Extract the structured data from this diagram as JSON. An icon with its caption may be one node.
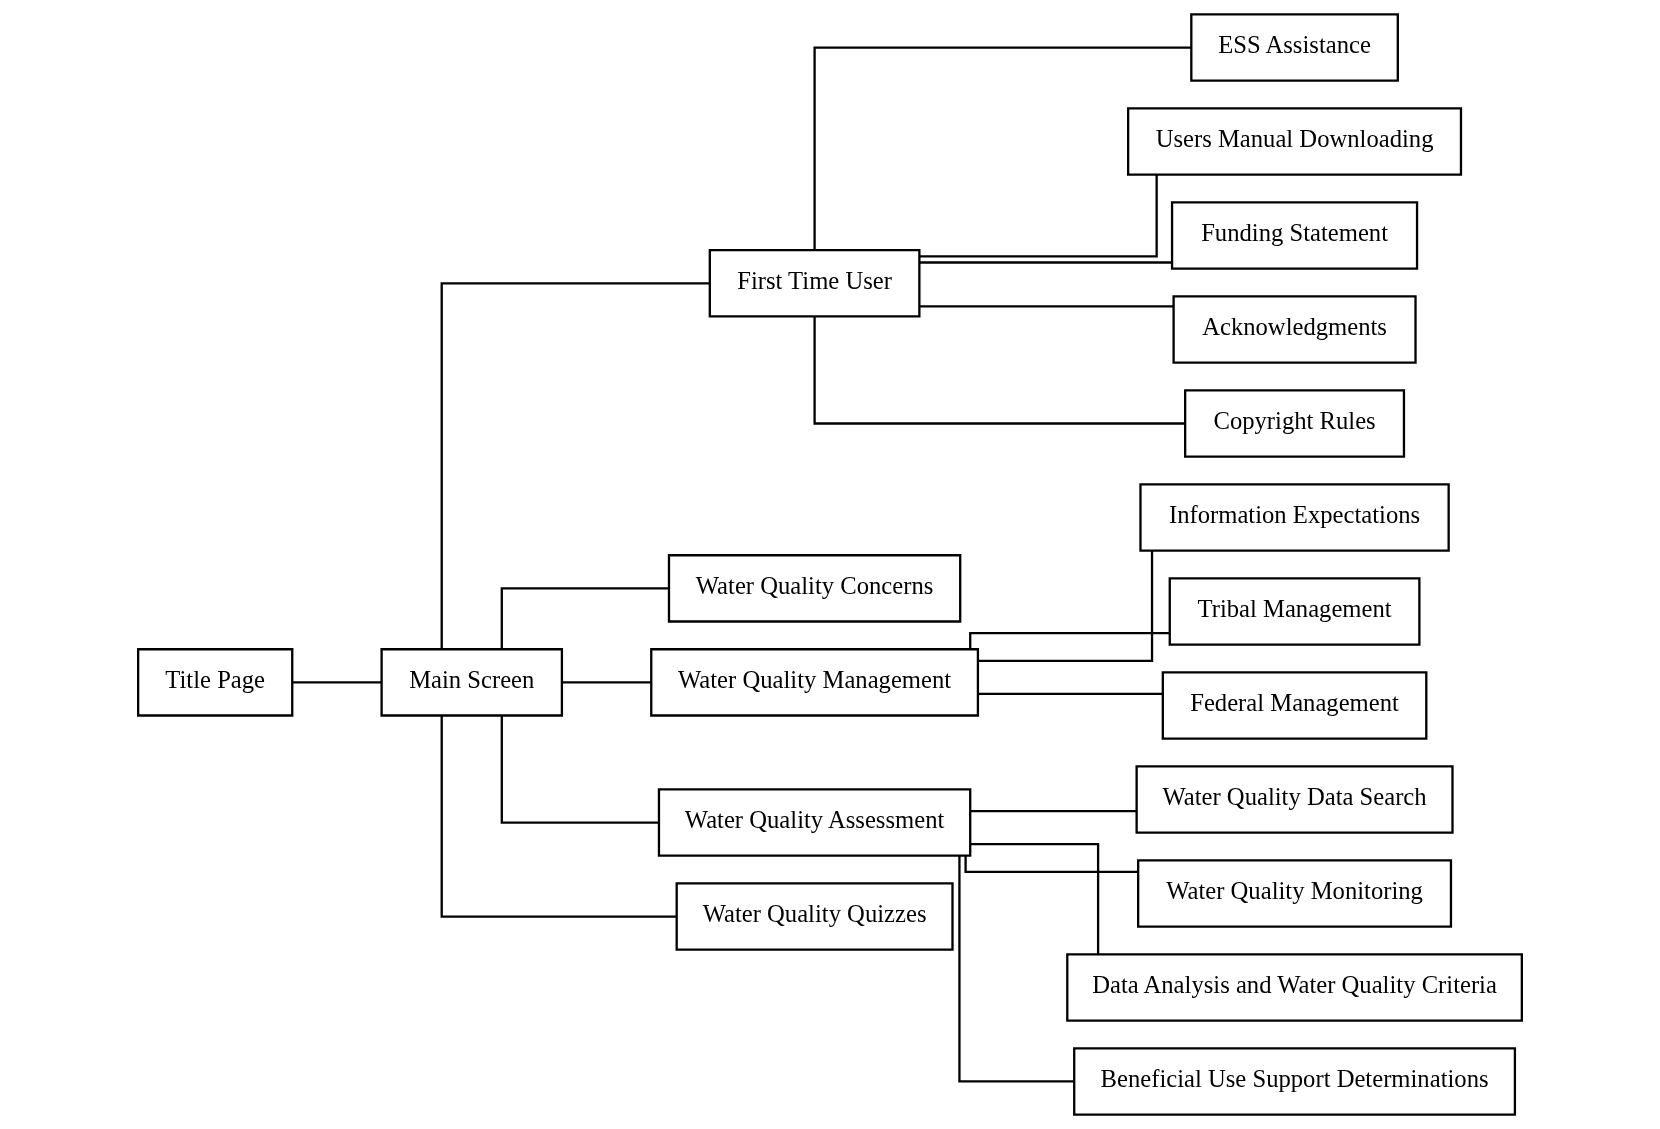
{
  "diagram": {
    "nodes": [
      {
        "text": [
          "Title Page"
        ]
      },
      {
        "text": [
          "Main Screen"
        ]
      },
      {
        "text": [
          "First Time User"
        ]
      },
      {
        "text": [
          "Water Quality Concerns"
        ]
      },
      {
        "text": [
          "Water Quality Management"
        ]
      },
      {
        "text": [
          "Water Quality Assessment"
        ]
      },
      {
        "text": [
          "Water Quality Quizzes"
        ]
      },
      {
        "text": [
          "ESS Assistance"
        ]
      },
      {
        "text": [
          "Users Manual Downloading"
        ]
      },
      {
        "text": [
          "Funding Statement"
        ]
      },
      {
        "text": [
          "Acknowledgments"
        ]
      },
      {
        "text": [
          "Copyright Rules"
        ]
      },
      {
        "text": [
          "Information Expectations"
        ]
      },
      {
        "text": [
          "Tribal Management"
        ]
      },
      {
        "text": [
          "Federal Management"
        ]
      },
      {
        "text": [
          "Water Quality Data Search"
        ]
      },
      {
        "text": [
          "Water Quality Monitoring"
        ]
      },
      {
        "text": [
          "Data Analysis and Water Quality Criteria"
        ]
      },
      {
        "text": [
          "Beneficial Use Support Determinations"
        ]
      }
    ],
    "edges": [
      {
        "from": 0,
        "to": 1,
        "arrow": "none"
      },
      {
        "from": 1,
        "to": 2,
        "arrow": "none"
      },
      {
        "from": 1,
        "to": 3,
        "arrow": "none"
      },
      {
        "from": 1,
        "to": 4,
        "arrow": "none"
      },
      {
        "from": 1,
        "to": 5,
        "arrow": "none"
      },
      {
        "from": 1,
        "to": 6,
        "arrow": "none"
      },
      {
        "from": 2,
        "to": 7,
        "arrow": "none"
      },
      {
        "from": 2,
        "to": 8,
        "arrow": "none"
      },
      {
        "from": 2,
        "to": 9,
        "arrow": "none"
      },
      {
        "from": 2,
        "to": 10,
        "arrow": "none"
      },
      {
        "from": 2,
        "to": 11,
        "arrow": "none"
      },
      {
        "from": 4,
        "to": 12,
        "arrow": "none"
      },
      {
        "from": 4,
        "to": 13,
        "arrow": "none"
      },
      {
        "from": 4,
        "to": 14,
        "arrow": "none"
      },
      {
        "from": 5,
        "to": 15,
        "arrow": "none"
      },
      {
        "from": 5,
        "to": 16,
        "arrow": "none"
      },
      {
        "from": 5,
        "to": 17,
        "arrow": "none"
      },
      {
        "from": 5,
        "to": 18,
        "arrow": "none"
      }
    ]
  }
}
